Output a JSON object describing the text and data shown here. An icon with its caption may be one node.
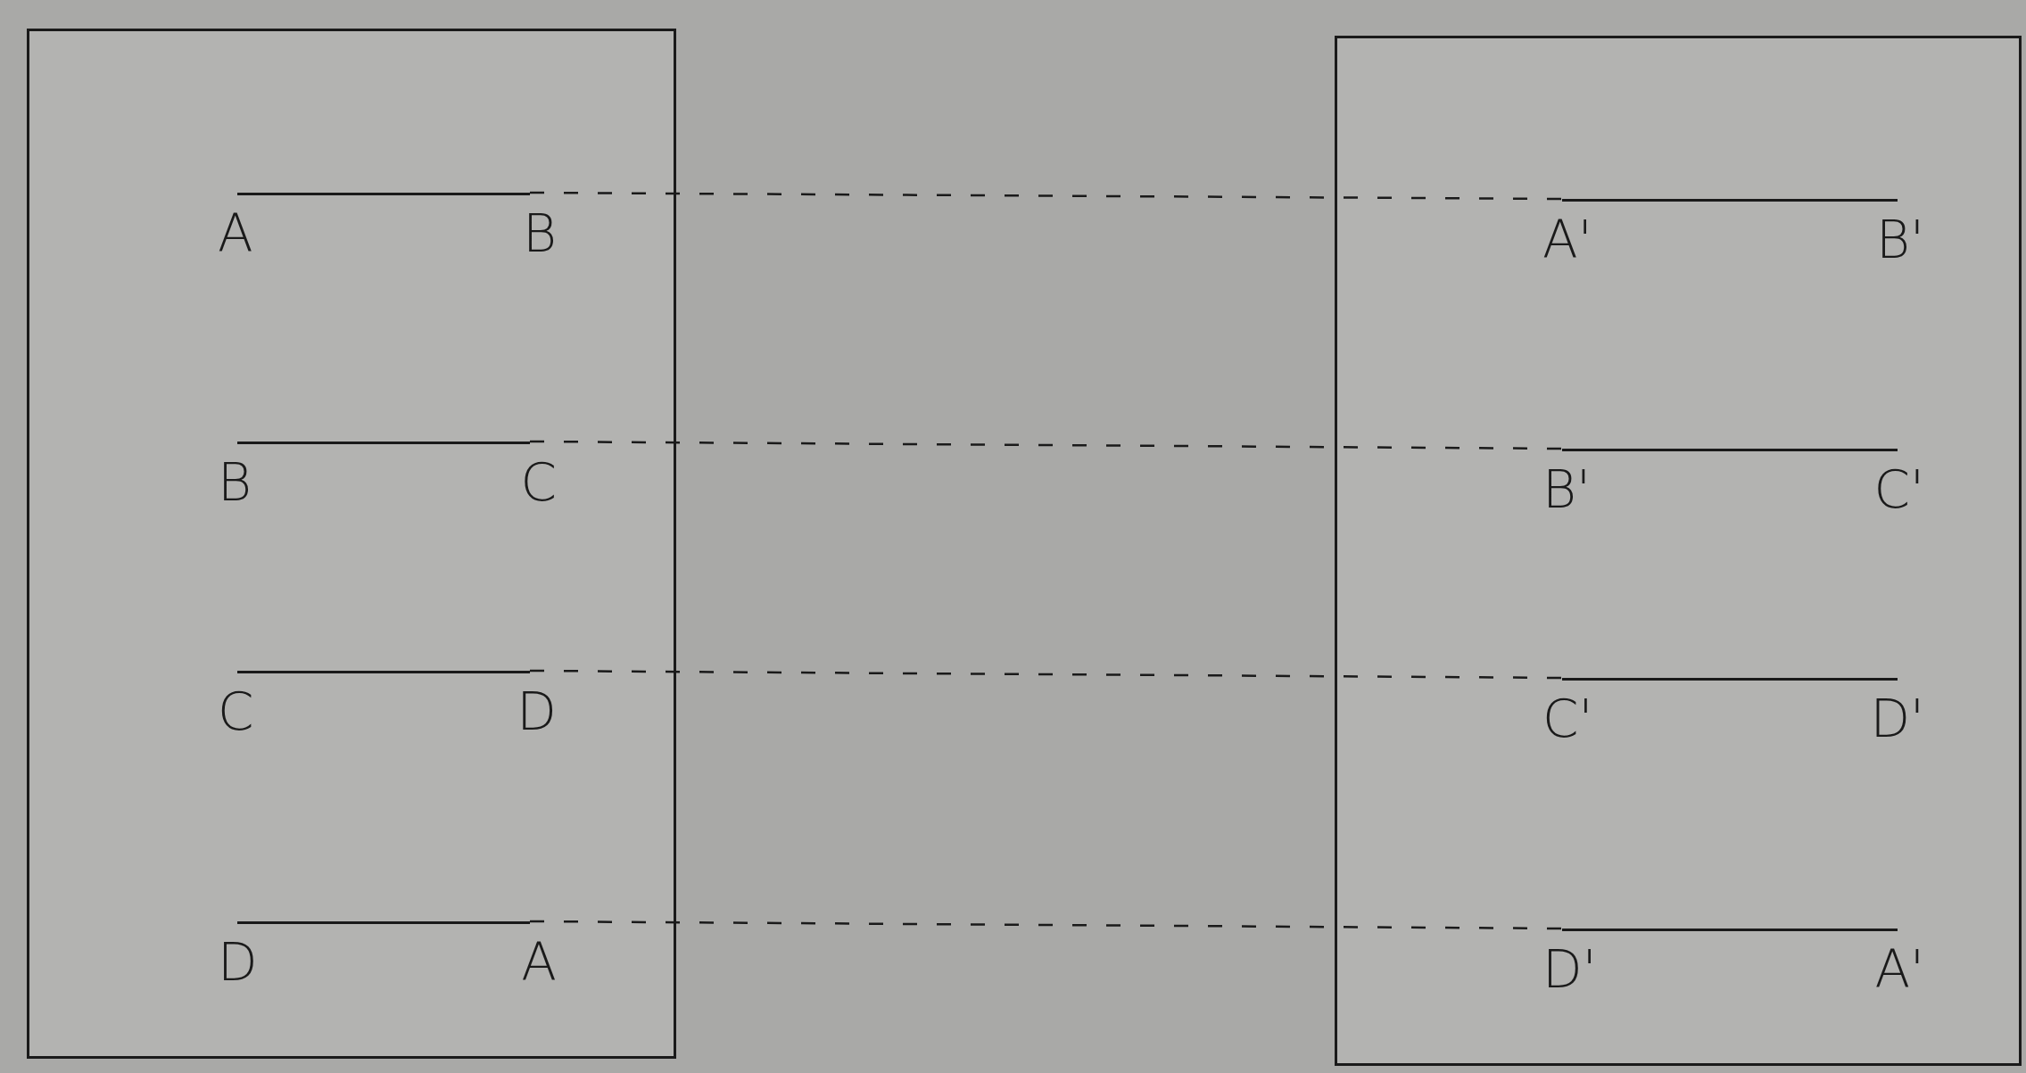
{
  "diagram": {
    "nodes": [
      {
        "text": [],
        "shape": "box"
      },
      {
        "text": [],
        "shape": "box"
      },
      {
        "text": [
          "A",
          "B"
        ],
        "in": 0
      },
      {
        "text": [
          "B",
          "C"
        ],
        "in": 0
      },
      {
        "text": [
          "C",
          "D"
        ],
        "in": 0
      },
      {
        "text": [
          "D",
          "A"
        ],
        "in": 0
      },
      {
        "text": [
          "A'",
          "B'"
        ],
        "in": 1
      },
      {
        "text": [
          "B'",
          "C'"
        ],
        "in": 1
      },
      {
        "text": [
          "C'",
          "D'"
        ],
        "in": 1
      },
      {
        "text": [
          "D'",
          "A'"
        ],
        "in": 1
      }
    ],
    "edges": [
      {
        "from": 2,
        "to": 6,
        "arrow": "none",
        "style": "dashed"
      },
      {
        "from": 3,
        "to": 7,
        "arrow": "none",
        "style": "dashed"
      },
      {
        "from": 4,
        "to": 8,
        "arrow": "none",
        "style": "dashed"
      },
      {
        "from": 5,
        "to": 9,
        "arrow": "none",
        "style": "dashed"
      }
    ]
  }
}
